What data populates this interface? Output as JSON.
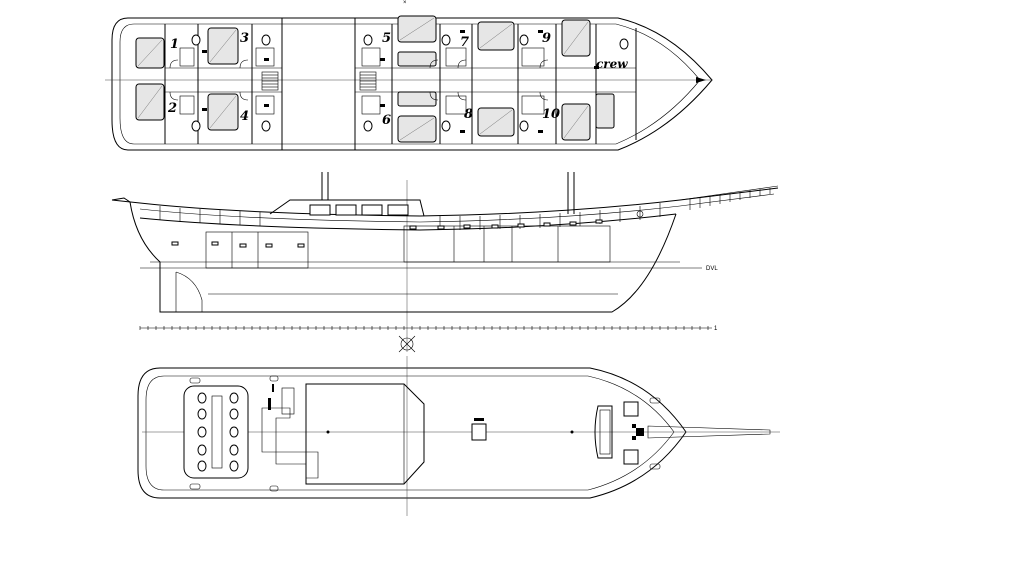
{
  "deck_plan": {
    "cabins": [
      {
        "label": "1"
      },
      {
        "label": "2"
      },
      {
        "label": "3"
      },
      {
        "label": "4"
      },
      {
        "label": "5"
      },
      {
        "label": "6"
      },
      {
        "label": "7"
      },
      {
        "label": "8"
      },
      {
        "label": "9"
      },
      {
        "label": "10"
      }
    ],
    "crew_label": "crew"
  },
  "profile": {
    "waterline_label": "DVL",
    "baseline_label": "1"
  }
}
